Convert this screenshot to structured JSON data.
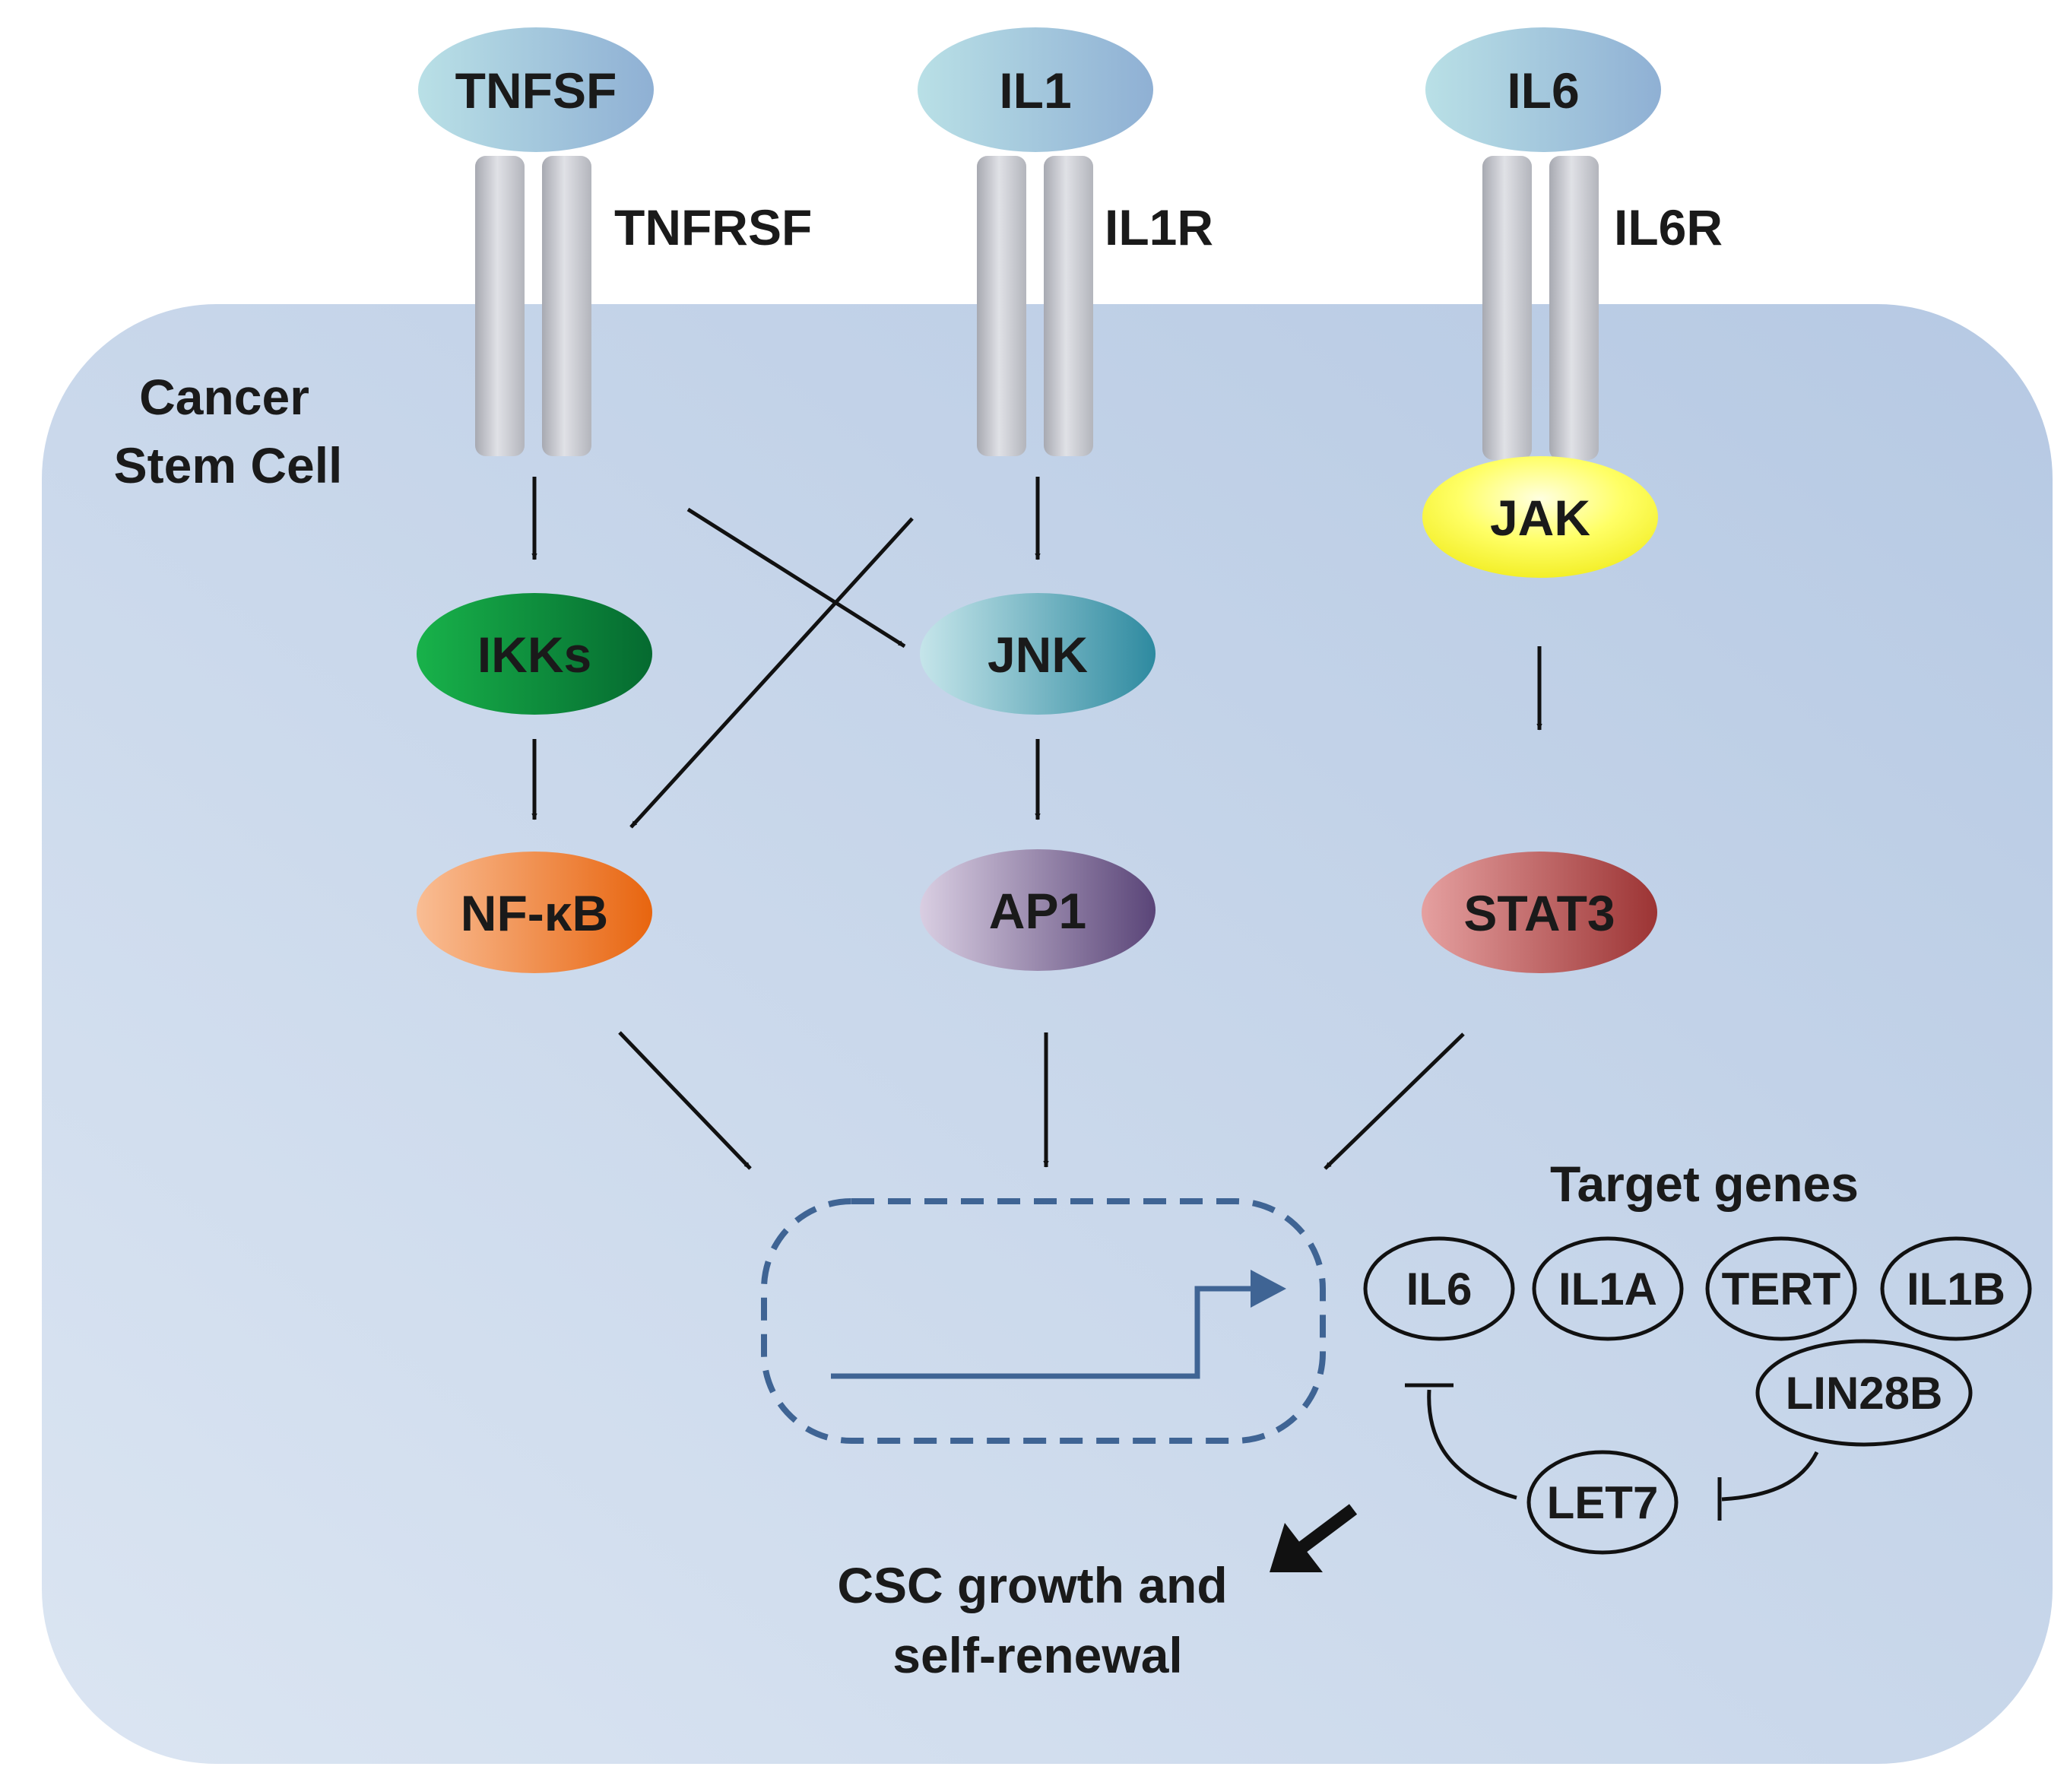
{
  "cell_label": [
    "Cancer",
    "Stem Cell"
  ],
  "ligands": {
    "tnfsf": "TNFSF",
    "il1": "IL1",
    "il6": "IL6"
  },
  "receptors": {
    "tnfrsf": "TNFRSF",
    "il1r": "IL1R",
    "il6r": "IL6R"
  },
  "nodes": {
    "jak": "JAK",
    "ikks": "IKKs",
    "jnk": "JNK",
    "nfkb": "NF-κB",
    "ap1": "AP1",
    "stat3": "STAT3"
  },
  "target_genes_title": "Target genes",
  "genes": {
    "il6": "IL6",
    "il1a": "IL1A",
    "tert": "TERT",
    "il1b": "IL1B",
    "lin28b": "LIN28B",
    "let7": "LET7"
  },
  "outcome": [
    "CSC growth and",
    "self-renewal"
  ],
  "colors": {
    "cell": "#c3d2e8",
    "ligand": "#a9cde0",
    "jak": "#ffff44",
    "ikks": "#0a8a3a",
    "jnk": "#3a9aac",
    "nfkb": "#ef7a2e",
    "ap1": "#6e5a8e",
    "stat3": "#b24848",
    "dashed": "#3f6494"
  }
}
